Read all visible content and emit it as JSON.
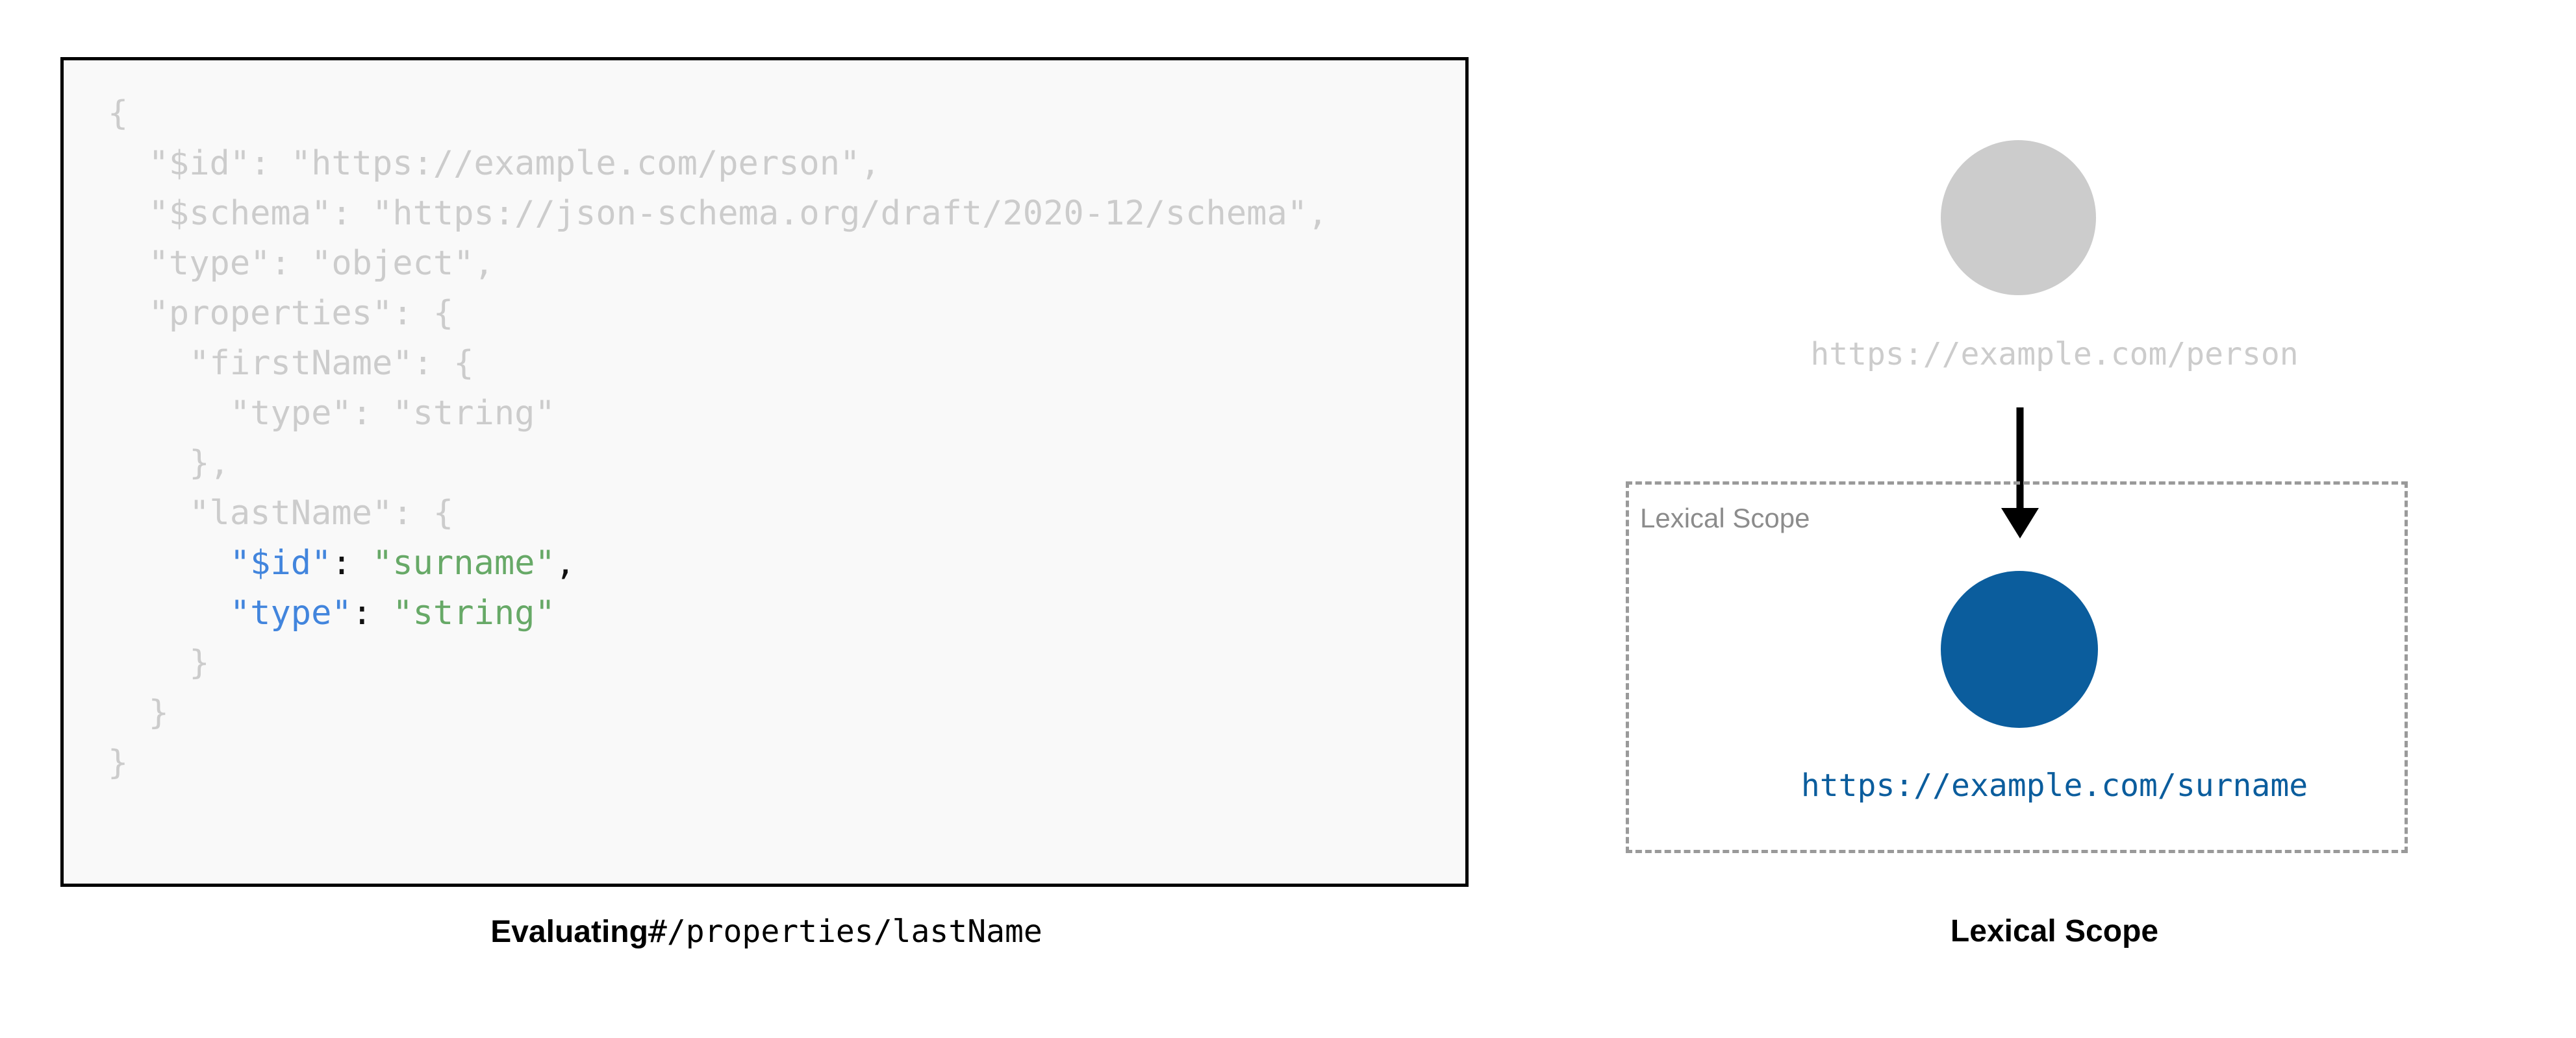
{
  "figure": {
    "left_panel": {
      "caption_strong": "Evaluating",
      "caption_mono": "#/properties/lastName",
      "code_box": {
        "background": "#f9f9f9",
        "border_color": "#000000",
        "dim_color": "#cccccc",
        "key_color": "#4285dd",
        "string_color": "#67a967",
        "lines": [
          "{",
          "  \"$id\": \"https://example.com/person\",",
          "  \"$schema\": \"https://json-schema.org/draft/2020-12/schema\",",
          "  \"type\": \"object\",",
          "  \"properties\": {",
          "    \"firstName\": {",
          "      \"type\": \"string\"",
          "    },",
          "    \"lastName\": {",
          "      \"$id\": \"surname\",",
          "      \"type\": \"string\"",
          "    }",
          "  }",
          "}"
        ],
        "highlighted_lines": [
          {
            "indent": "      ",
            "key": "\"$id\"",
            "sep": ": ",
            "value": "\"surname\"",
            "tail": ","
          },
          {
            "indent": "      ",
            "key": "\"type\"",
            "sep": ": ",
            "value": "\"string\"",
            "tail": ""
          }
        ]
      }
    },
    "right_panel": {
      "caption": "Lexical Scope",
      "root_node": {
        "label": "https://example.com/person",
        "color": "#cccccc"
      },
      "scoped_node": {
        "label": "https://example.com/surname",
        "color": "#0b5d9d"
      },
      "scope_box": {
        "label": "Lexical Scope",
        "border_color": "#9a9a9a",
        "border_style": "dashed"
      },
      "arrow": {
        "color": "#000000",
        "direction": "down"
      }
    }
  }
}
